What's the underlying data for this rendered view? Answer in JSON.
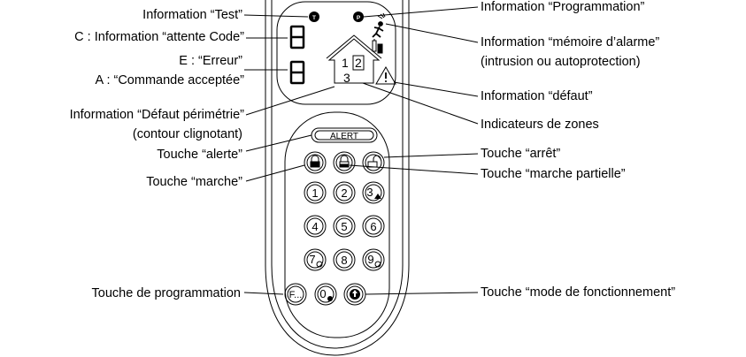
{
  "callouts_left": {
    "test": "Information “Test”",
    "attente_code": "C : Information “attente Code”",
    "erreur": "E : “Erreur”",
    "commande_acceptee": "A : “Commande acceptée”",
    "defaut_perimetrie": "Information “Défaut périmétrie”",
    "contour_clignotant": "(contour clignotant)",
    "touche_alerte": "Touche “alerte”",
    "touche_marche": "Touche “marche”",
    "touche_programmation": "Touche de programmation"
  },
  "callouts_right": {
    "programmation": "Information “Programmation”",
    "memoire_alarme": "Information “mémoire d’alarme”",
    "intrusion_autoprotection": "(intrusion ou autoprotection)",
    "defaut": "Information “défaut”",
    "indicateurs_zones": "Indicateurs de zones",
    "touche_arret": "Touche “arrêt”",
    "touche_marche_partielle": "Touche “marche partielle”",
    "touche_mode_fonctionnement": "Touche “mode de fonctionnement”"
  },
  "display": {
    "test_symbol": "T",
    "prog_symbol": "P",
    "zones": [
      "1",
      "2",
      "3"
    ]
  },
  "keys": {
    "alert_label": "ALERT",
    "row1": [
      "1",
      "2",
      "3"
    ],
    "row2": [
      "4",
      "5",
      "6"
    ],
    "row3": [
      "7",
      "8",
      "9"
    ],
    "bottom": [
      "F...",
      "0"
    ]
  },
  "icons": [
    "lock-closed-icon",
    "lock-partial-icon",
    "lock-open-icon",
    "running-man-icon",
    "battery-icon",
    "warning-triangle-icon",
    "arrow-up-icon",
    "house-icon"
  ]
}
